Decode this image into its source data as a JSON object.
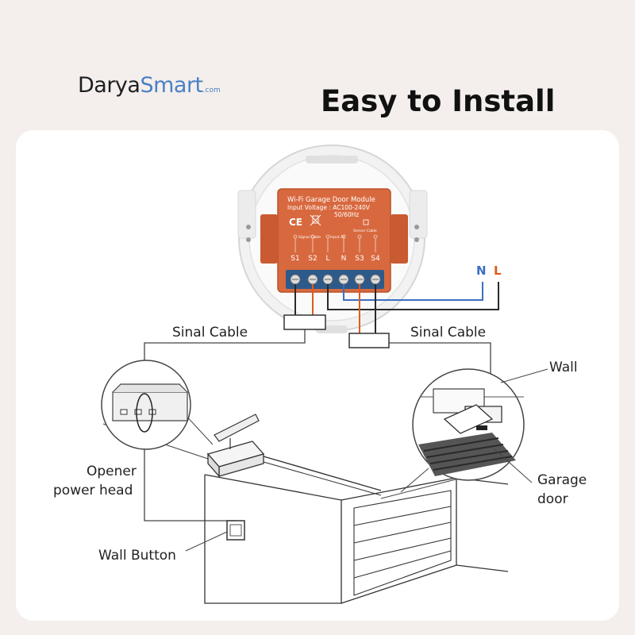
{
  "header": {
    "brand_dark": "Darya",
    "brand_accent": "Smart",
    "brand_suffix": ".com",
    "title": "Easy to Install"
  },
  "module": {
    "title": "Wi-Fi Garage Door Module",
    "voltage": "Input Voltage : AC100-240V",
    "frequency": "50/60Hz",
    "ce_mark": "CE",
    "signal_tag": "Signal Cable",
    "input_tag": "Input AC",
    "sensor_tag": "Sensor Cable",
    "terminals": [
      "S1",
      "S2",
      "L",
      "N",
      "S3",
      "S4"
    ]
  },
  "wiring": {
    "neutral": "N",
    "live": "L",
    "neutral_color": "#3c6fc0",
    "live_color": "#e05a1e",
    "signal_color": "#e05a1e"
  },
  "labels": {
    "signal_left": "Sinal Cable",
    "signal_right": "Sinal Cable",
    "wall": "Wall",
    "garage_line1": "Garage",
    "garage_line2": "door",
    "opener_line1": "Opener",
    "opener_line2": "power head",
    "wall_button": "Wall Button"
  },
  "colors": {
    "module_orange": "#d8693f",
    "terminal_blue": "#2d5a8a",
    "background": "#f4efec"
  }
}
